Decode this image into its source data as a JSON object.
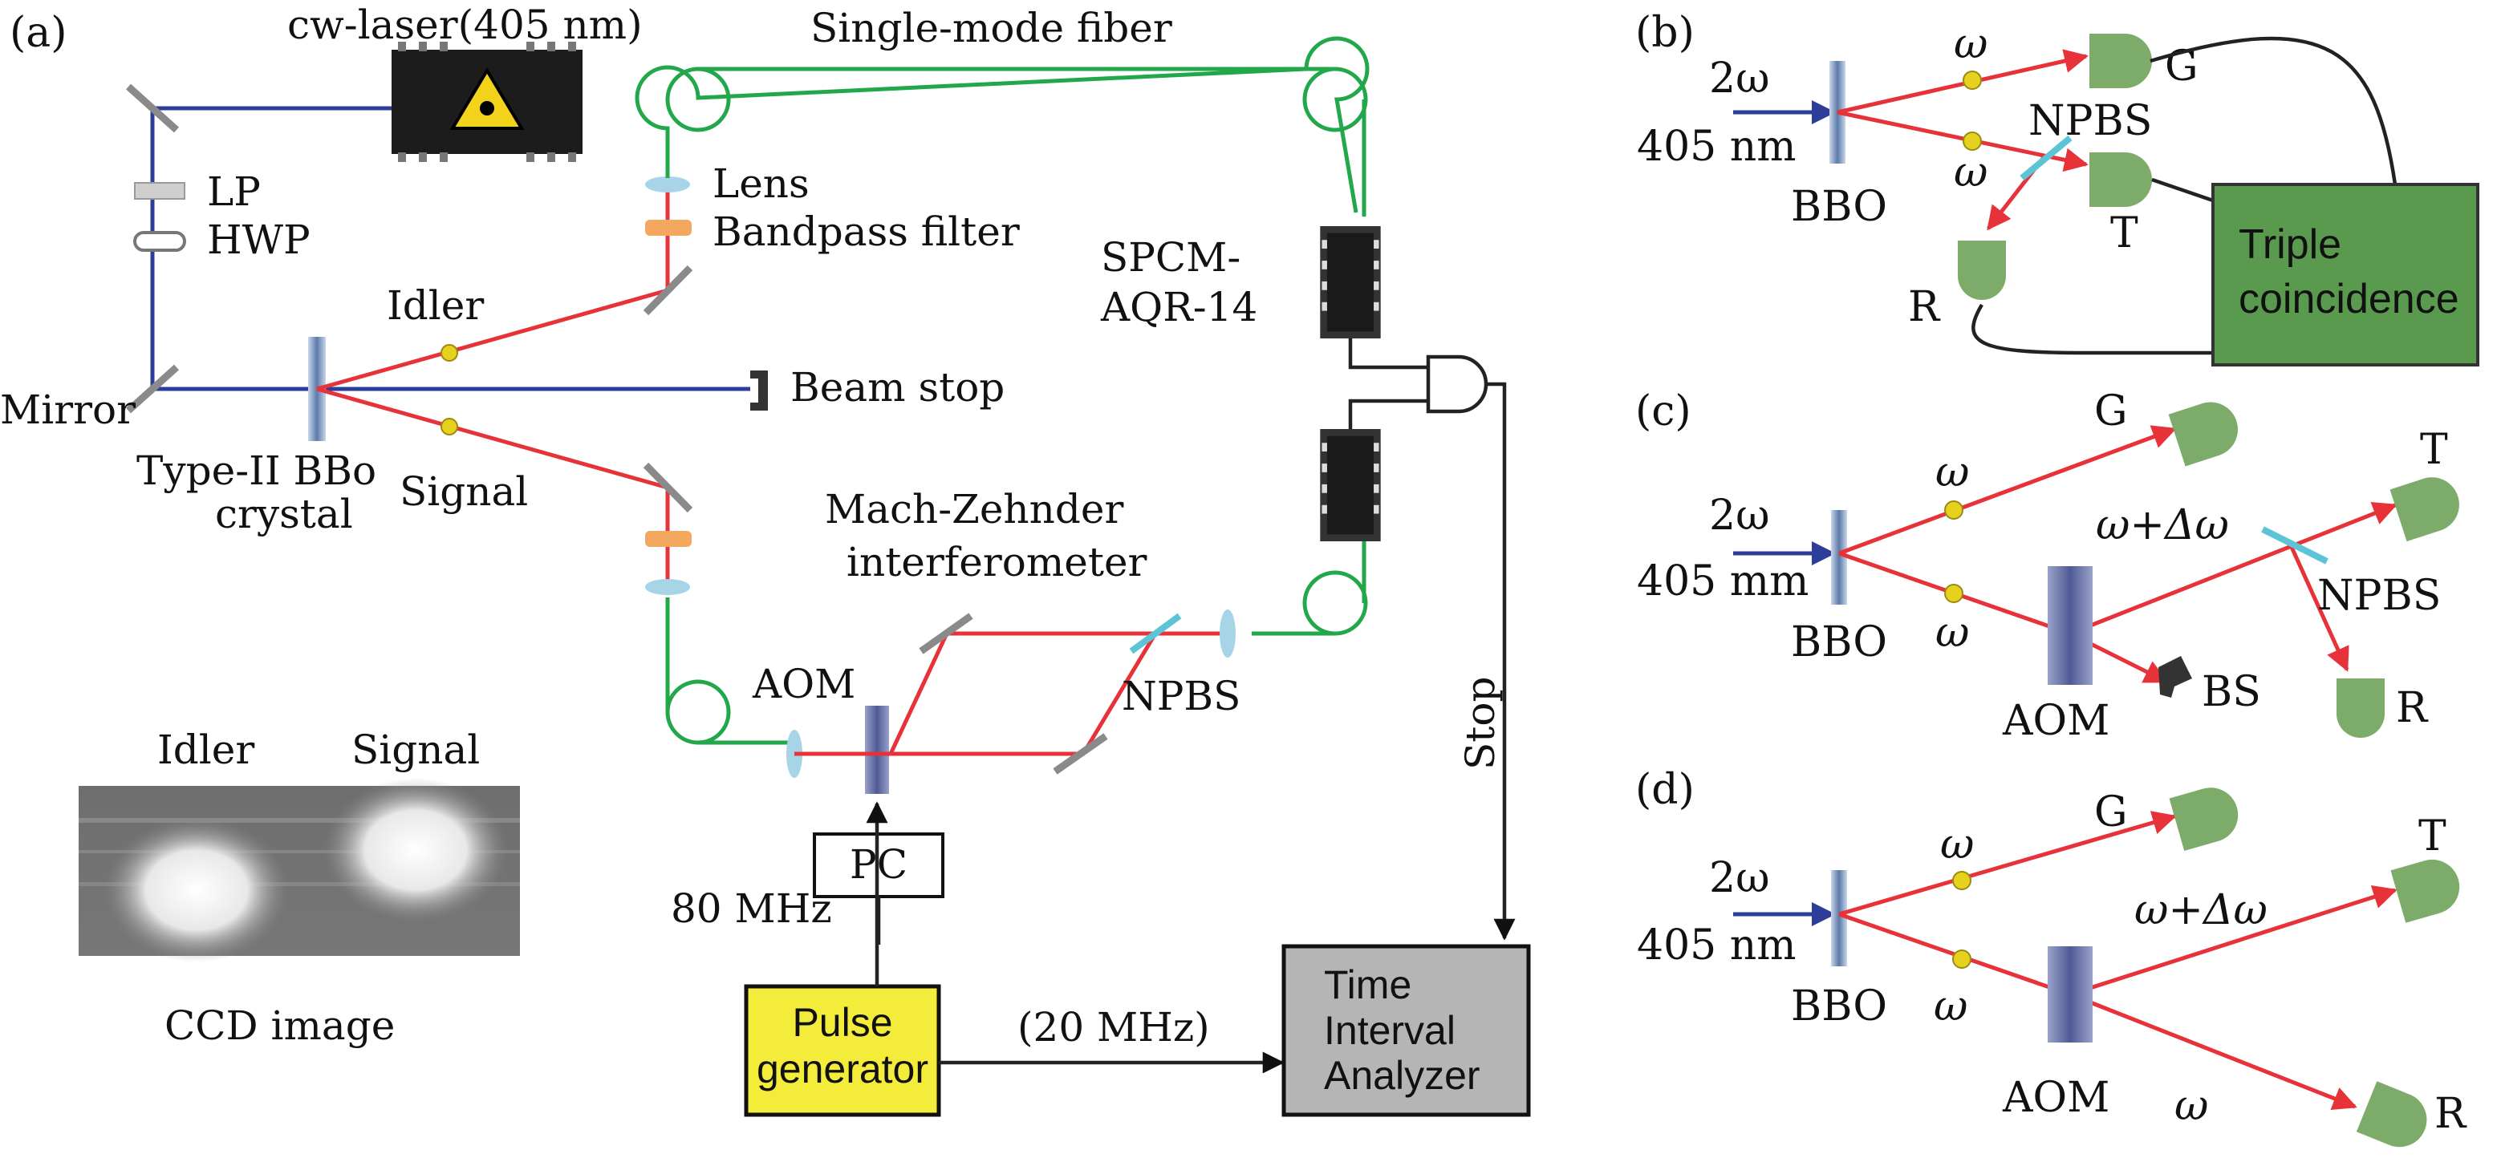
{
  "panels": {
    "a": {
      "tag": "(a)",
      "laser": "cw-laser(405 nm)",
      "fiber": "Single-mode fiber",
      "lp": "LP",
      "hwp": "HWP",
      "lens": "Lens",
      "bandpass": "Bandpass filter",
      "spcm_1": "SPCM-",
      "spcm_2": "AQR-14",
      "idler": "Idler",
      "mirror": "Mirror",
      "beam_stop": "Beam stop",
      "crystal_1": "Type-II BBo",
      "crystal_2": "crystal",
      "signal": "Signal",
      "mzi_1": "Mach-Zehnder",
      "mzi_2": "interferometer",
      "aom": "AOM",
      "npbs": "NPBS",
      "stop": "Stop",
      "ccd_idler": "Idler",
      "ccd_signal": "Signal",
      "ccd_caption": "CCD image",
      "freq_80": "80 MHz",
      "pc": "PC",
      "pulse_1": "Pulse",
      "pulse_2": "generator",
      "freq_20": "(20 MHz)",
      "tia_1": "Time",
      "tia_2": "Interval",
      "tia_3": "Analyzer"
    },
    "b": {
      "tag": "(b)",
      "two_omega": "2ω",
      "pump": "405 nm",
      "bbo": "BBO",
      "omega_up": "ω",
      "omega_down": "ω",
      "npbs": "NPBS",
      "g": "G",
      "t": "T",
      "r": "R",
      "triple_1": "Triple",
      "triple_2": "coincidence"
    },
    "c": {
      "tag": "(c)",
      "two_omega": "2ω",
      "pump": "405 mm",
      "bbo": "BBO",
      "omega_up": "ω",
      "omega_down": "ω",
      "g": "G",
      "shifted": "ω+Δω",
      "t": "T",
      "npbs": "NPBS",
      "aom": "AOM",
      "bs": "BS",
      "r": "R"
    },
    "d": {
      "tag": "(d)",
      "two_omega": "2ω",
      "pump": "405 nm",
      "bbo": "BBO",
      "omega_up": "ω",
      "omega_down": "ω",
      "g": "G",
      "shifted": "ω+Δω",
      "t": "T",
      "aom": "AOM",
      "omega_r": "ω",
      "r": "R"
    }
  },
  "colors": {
    "fiber": "#22a84a",
    "pump": "#2c3e99",
    "photon_beam": "#e8323a",
    "detector": "#7dab6a",
    "pulse_box": "#f3ec3a",
    "analyzer_box": "#b5b5b5",
    "coincidence_box": "#5a9a4f"
  }
}
